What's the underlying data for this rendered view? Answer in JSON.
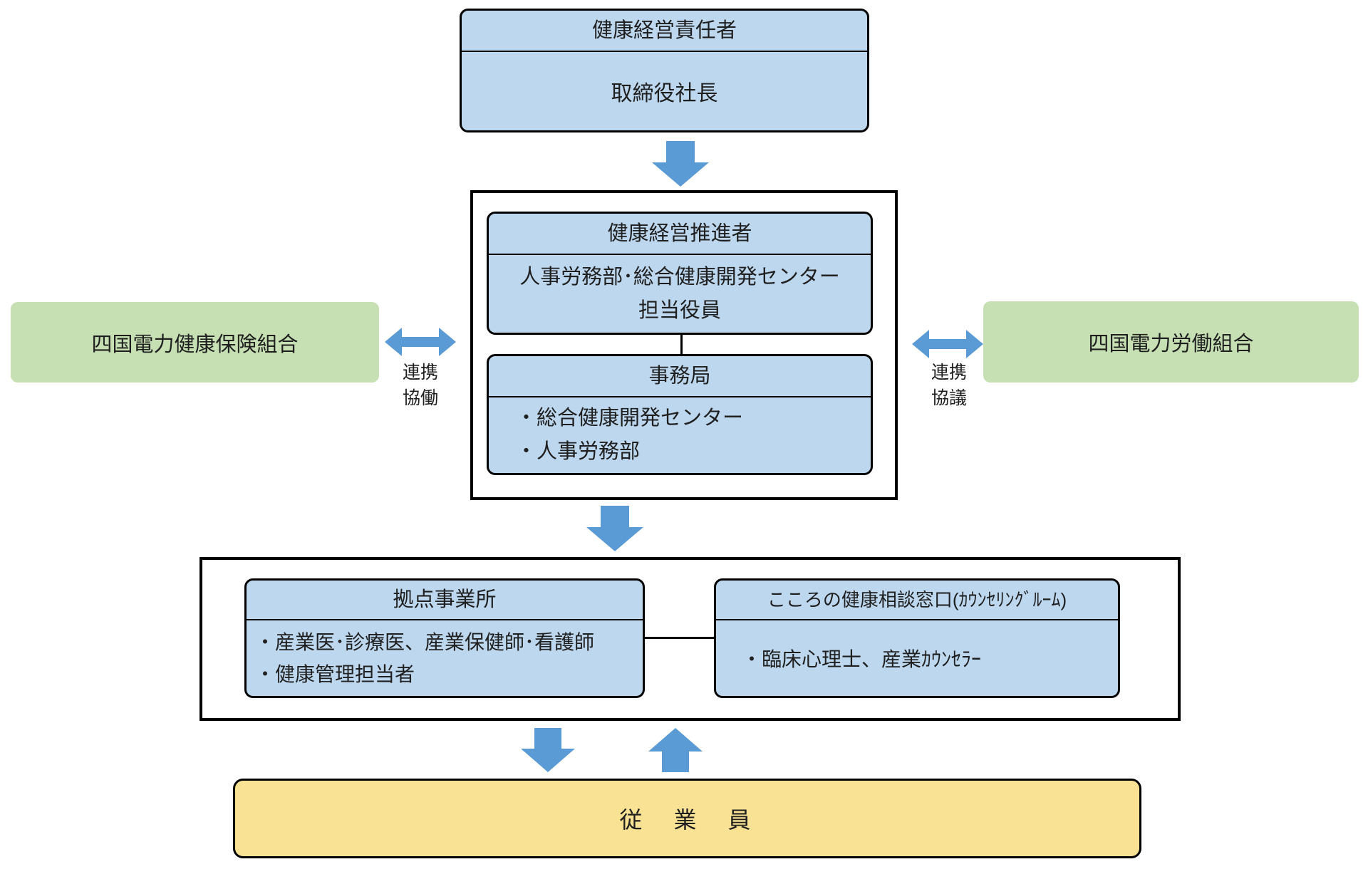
{
  "colors": {
    "box_blue": "#BDD7EE",
    "box_green": "#C6E0B4",
    "box_yellow": "#FAE295",
    "arrow_blue": "#5B9BD5",
    "border_black": "#000000"
  },
  "top_box": {
    "header": "健康経営責任者",
    "body": "取締役社長"
  },
  "middle_section": {
    "promoter_box": {
      "header": "健康経営推進者",
      "body_line1": "人事労務部･総合健康開発センター",
      "body_line2": "担当役員"
    },
    "secretariat_box": {
      "header": "事務局",
      "items": [
        "・総合健康開発センター",
        "・人事労務部"
      ]
    }
  },
  "left_partner": {
    "label": "四国電力健康保険組合",
    "relation_line1": "連携",
    "relation_line2": "協働"
  },
  "right_partner": {
    "label": "四国電力労働組合",
    "relation_line1": "連携",
    "relation_line2": "協議"
  },
  "lower_section": {
    "site_box": {
      "header": "拠点事業所",
      "items": [
        "・産業医･診療医、産業保健師･看護師",
        "・健康管理担当者"
      ]
    },
    "counseling_box": {
      "header": "こころの健康相談窓口(ｶｳﾝｾﾘﾝｸﾞﾙｰﾑ)",
      "items": [
        "・臨床心理士、産業ｶｳﾝｾﾗｰ"
      ]
    }
  },
  "bottom_box": {
    "label": "従　業　員"
  }
}
